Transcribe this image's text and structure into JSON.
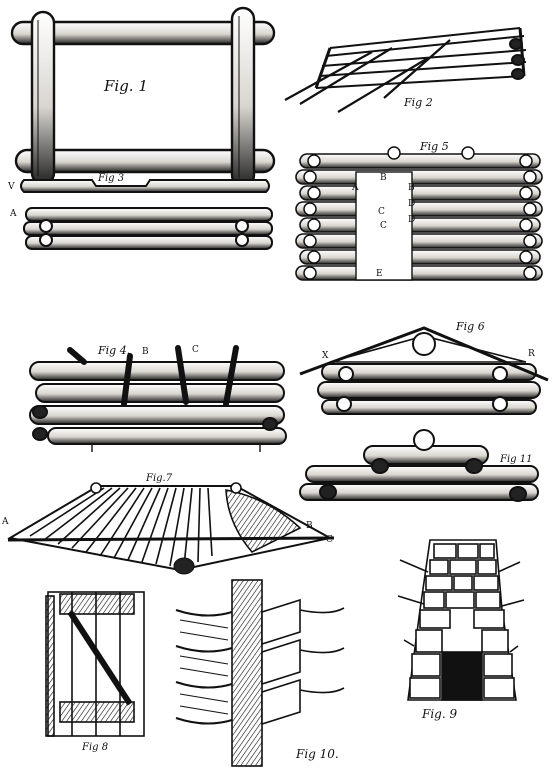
{
  "colors": {
    "ink": "#111111",
    "paper": "#ffffff",
    "log_fill": "#f4f2ee"
  },
  "figures": {
    "fig1": {
      "caption": "Fig. 1"
    },
    "fig2": {
      "caption": "Fig 2"
    },
    "fig3": {
      "caption": "Fig 3",
      "labels": {
        "top": "V",
        "middle": "A"
      }
    },
    "fig4": {
      "caption": "Fig 4.",
      "labels": {
        "b": "B",
        "c": "C"
      }
    },
    "fig5": {
      "caption": "Fig 5",
      "labels": {
        "a": "A",
        "b1": "B",
        "b2": "B",
        "c1": "C",
        "c2": "C",
        "d1": "D",
        "d2": "D",
        "e": "E"
      }
    },
    "fig6": {
      "caption": "Fig 6",
      "labels": {
        "x": "X",
        "r": "R"
      }
    },
    "fig7": {
      "caption": "Fig.7",
      "labels": {
        "a": "A",
        "b": "B",
        "c": "C"
      }
    },
    "fig8": {
      "caption": "Fig 8"
    },
    "fig9": {
      "caption": "Fig. 9"
    },
    "fig10": {
      "caption": "Fig 10."
    },
    "fig11": {
      "caption": "Fig 11"
    }
  }
}
